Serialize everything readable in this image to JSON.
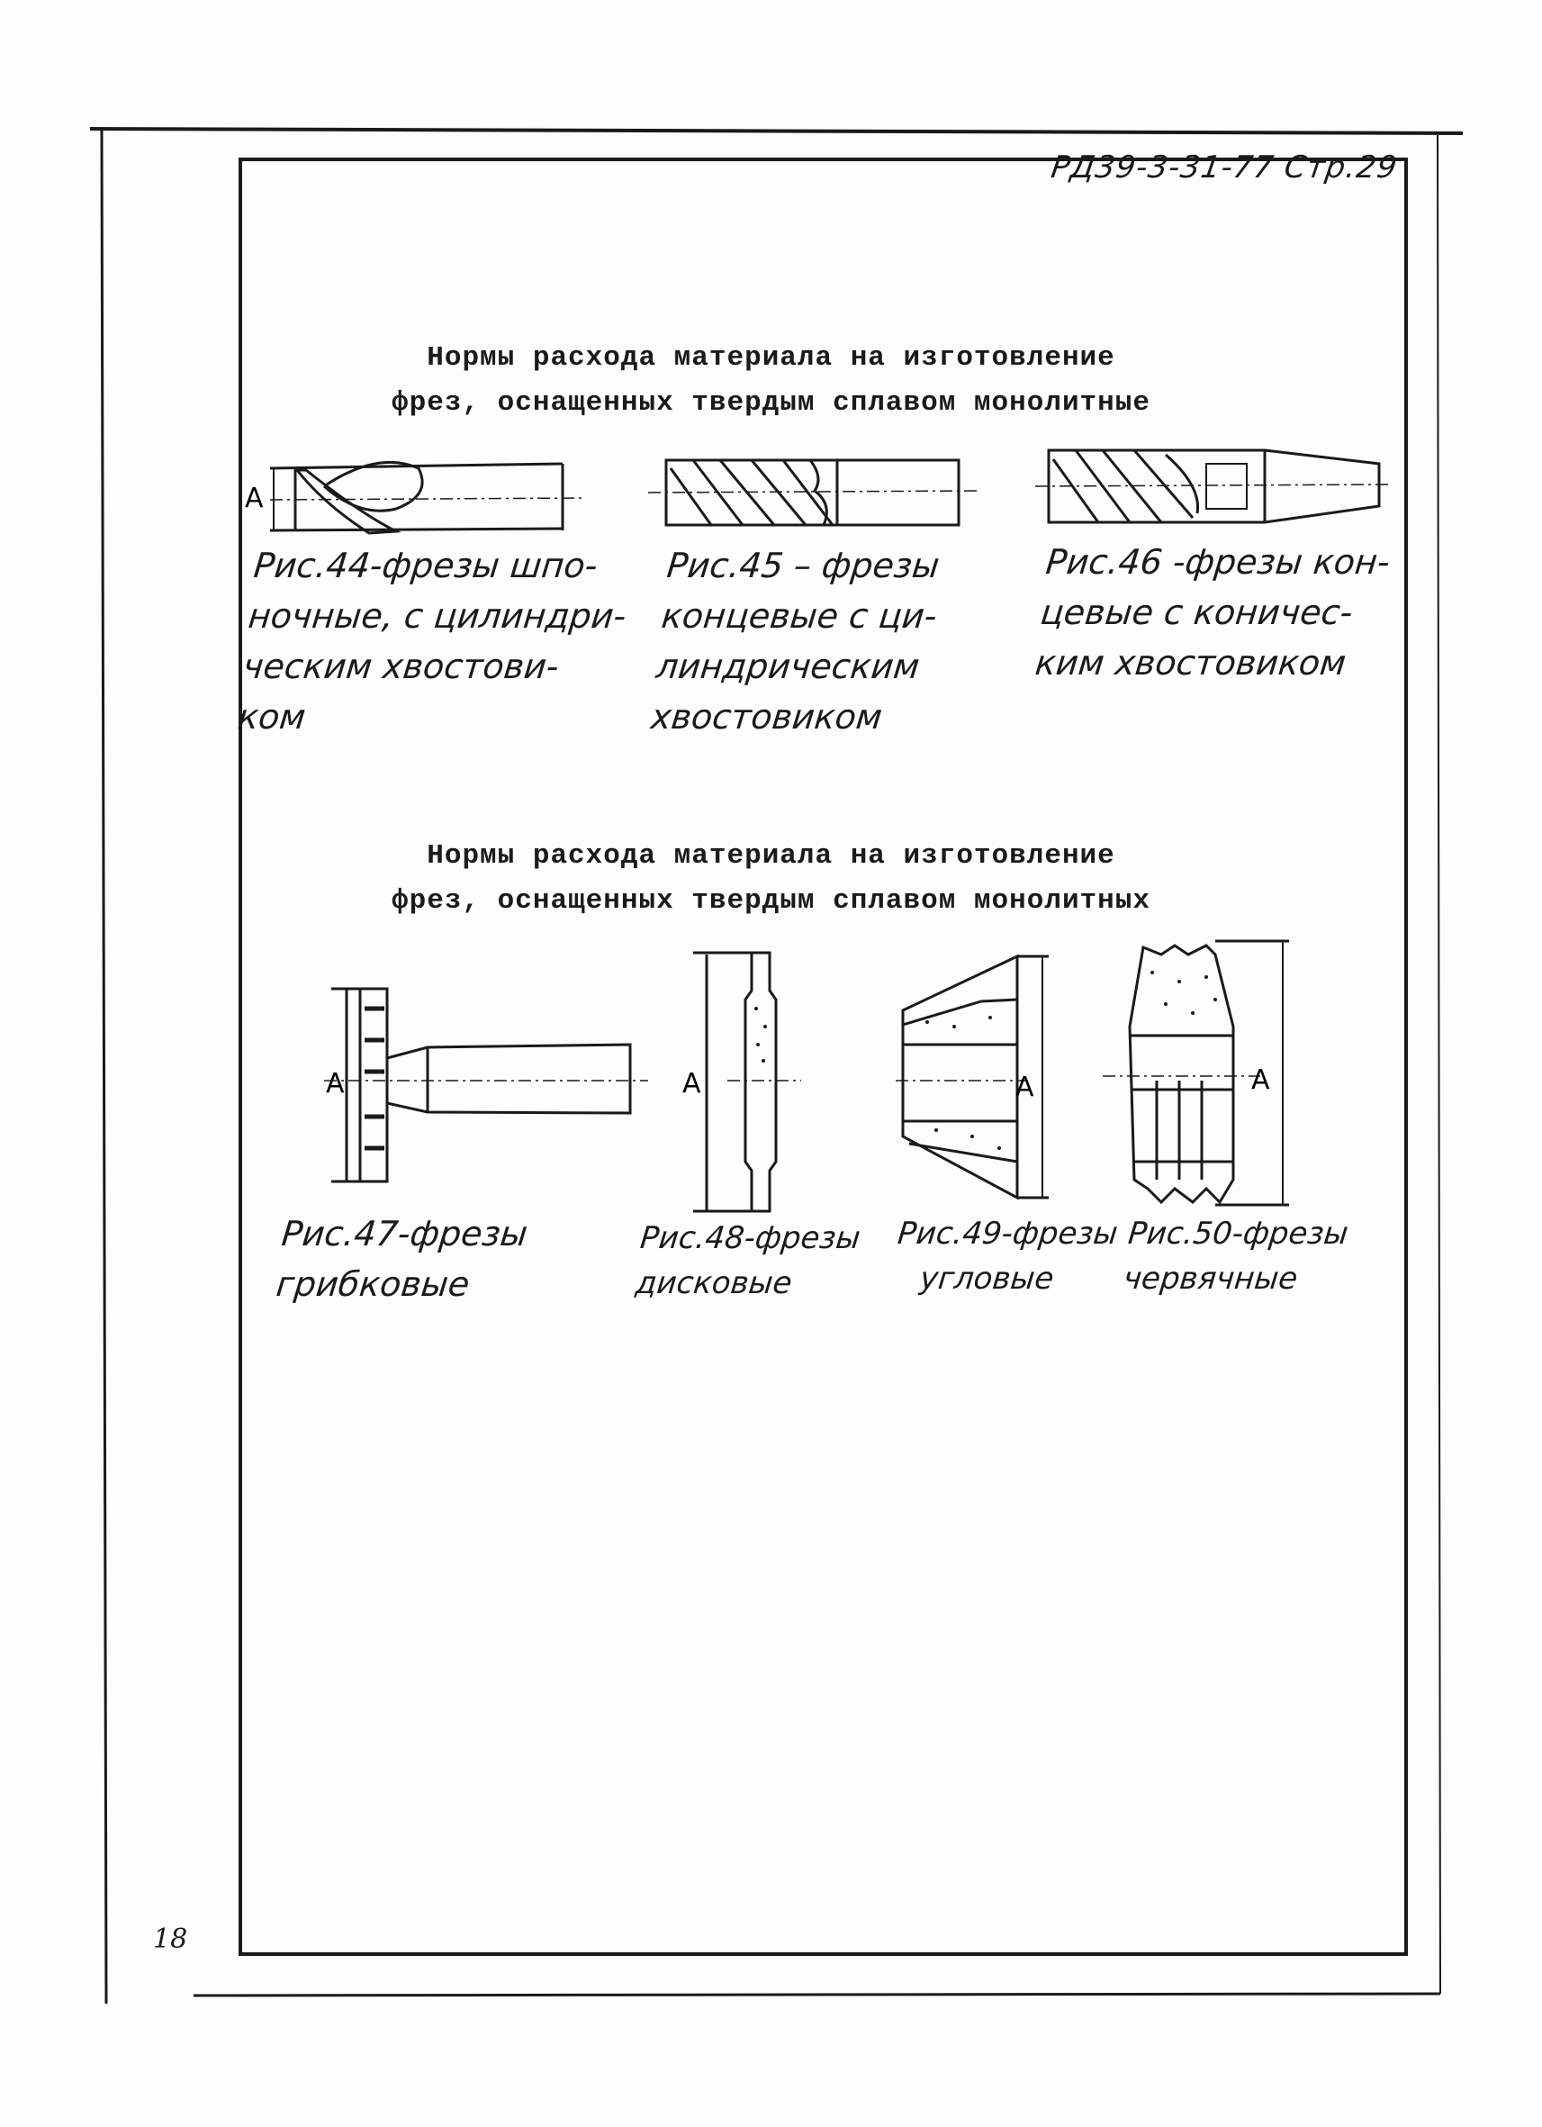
{
  "header": {
    "doc_code": "РД39-3-31-77 Стр.29"
  },
  "sections": [
    {
      "heading_lines": [
        "Нормы расхода материала на изготовление",
        "фрез, оснащенных твердым сплавом монолитные"
      ],
      "figures": [
        {
          "caption_lines": [
            "Рис.44-фрезы шпо-",
            "ночные, с цилиндри-",
            "ческим хвостови-",
            "ком"
          ],
          "dimension_label": "A"
        },
        {
          "caption_lines": [
            "Рис.45 – фрезы",
            "концевые с ци-",
            "линдрическим",
            "хвостовиком"
          ]
        },
        {
          "caption_lines": [
            "Рис.46 -фрезы кон-",
            "цевые с коничес-",
            "ким хвостовиком"
          ]
        }
      ]
    },
    {
      "heading_lines": [
        "Нормы расхода материала на изготовление",
        "фрез, оснащенных твердым сплавом монолитных"
      ],
      "figures": [
        {
          "caption_lines": [
            "Рис.47-фрезы",
            "грибковые"
          ],
          "dimension_label": "A"
        },
        {
          "caption_lines": [
            "Рис.48-фрезы",
            "дисковые"
          ],
          "dimension_label": "A"
        },
        {
          "caption_lines": [
            "Рис.49-фрезы",
            "угловые"
          ],
          "dimension_label": "A"
        },
        {
          "caption_lines": [
            "Рис.50-фрезы",
            "червячные"
          ],
          "dimension_label": "A"
        }
      ]
    }
  ],
  "page_number": "18"
}
